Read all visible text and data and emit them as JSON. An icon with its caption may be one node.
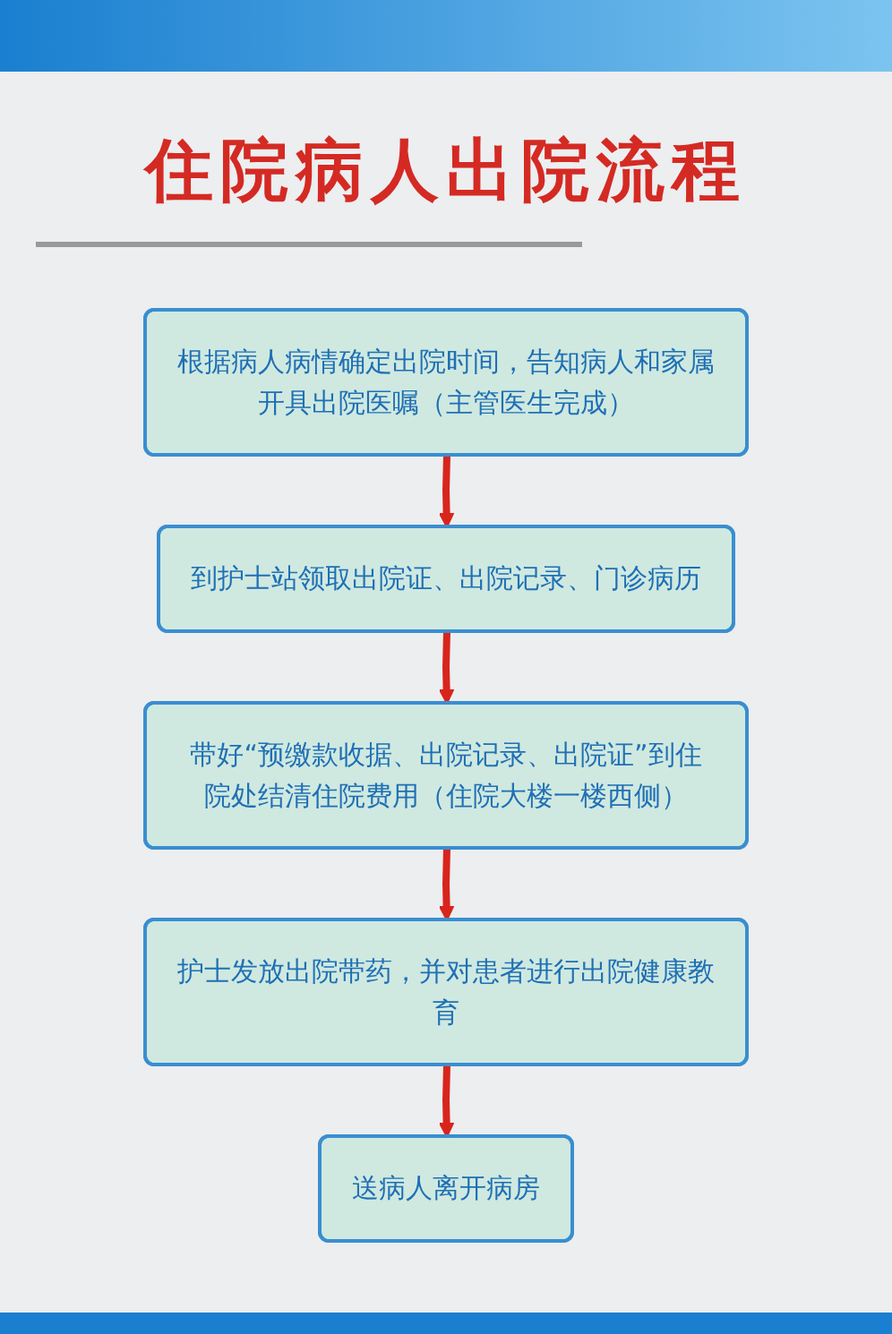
{
  "diagram": {
    "title": "住院病人出院流程",
    "nodes": [
      {
        "text": [
          "根据病人病情确定出院时间，告知病人和家属开具出院医嘱（主管医生完成）"
        ]
      },
      {
        "text": [
          "到护士站领取出院证、出院记录、门诊病历"
        ]
      },
      {
        "text": [
          "带好“预缴款收据、出院记录、出院证”到住院处结清住院费用（住院大楼一楼西侧）"
        ]
      },
      {
        "text": [
          "护士发放出院带药，并对患者进行出院健康教育"
        ]
      },
      {
        "text": [
          "送病人离开病房"
        ]
      }
    ],
    "edges": [
      {
        "from": 0,
        "to": 1,
        "arrow": "to"
      },
      {
        "from": 1,
        "to": 2,
        "arrow": "to"
      },
      {
        "from": 2,
        "to": 3,
        "arrow": "to"
      },
      {
        "from": 3,
        "to": 4,
        "arrow": "to"
      }
    ]
  }
}
